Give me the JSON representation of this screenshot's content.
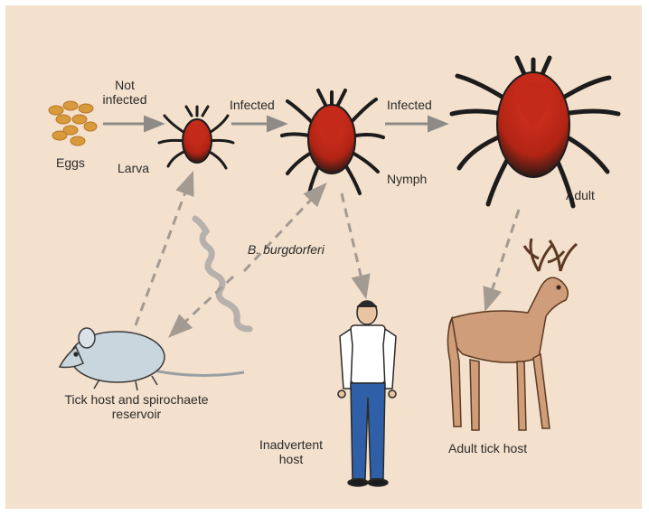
{
  "labels": {
    "not_infected": "Not\ninfected",
    "infected_1": "Infected",
    "infected_2": "Infected",
    "eggs": "Eggs",
    "larva": "Larva",
    "nymph": "Nymph",
    "adult": "Adult",
    "bacterium": "B. burgdorferi",
    "reservoir": "Tick host and spirochaete\nreservoir",
    "inadvertent": "Inadvertent\nhost",
    "adult_host": "Adult tick host"
  },
  "colors": {
    "background": "#f3e0cd",
    "tick_body": "#c42a1a",
    "tick_dark": "#1c1c1c",
    "arrow": "#8e8a86",
    "dashed_arrow": "#a39a92",
    "egg": "#d99a3c",
    "mouse": "#c9d6de",
    "deer": "#cf9d7a",
    "shirt": "#ffffff",
    "jeans": "#2f5fa6"
  }
}
